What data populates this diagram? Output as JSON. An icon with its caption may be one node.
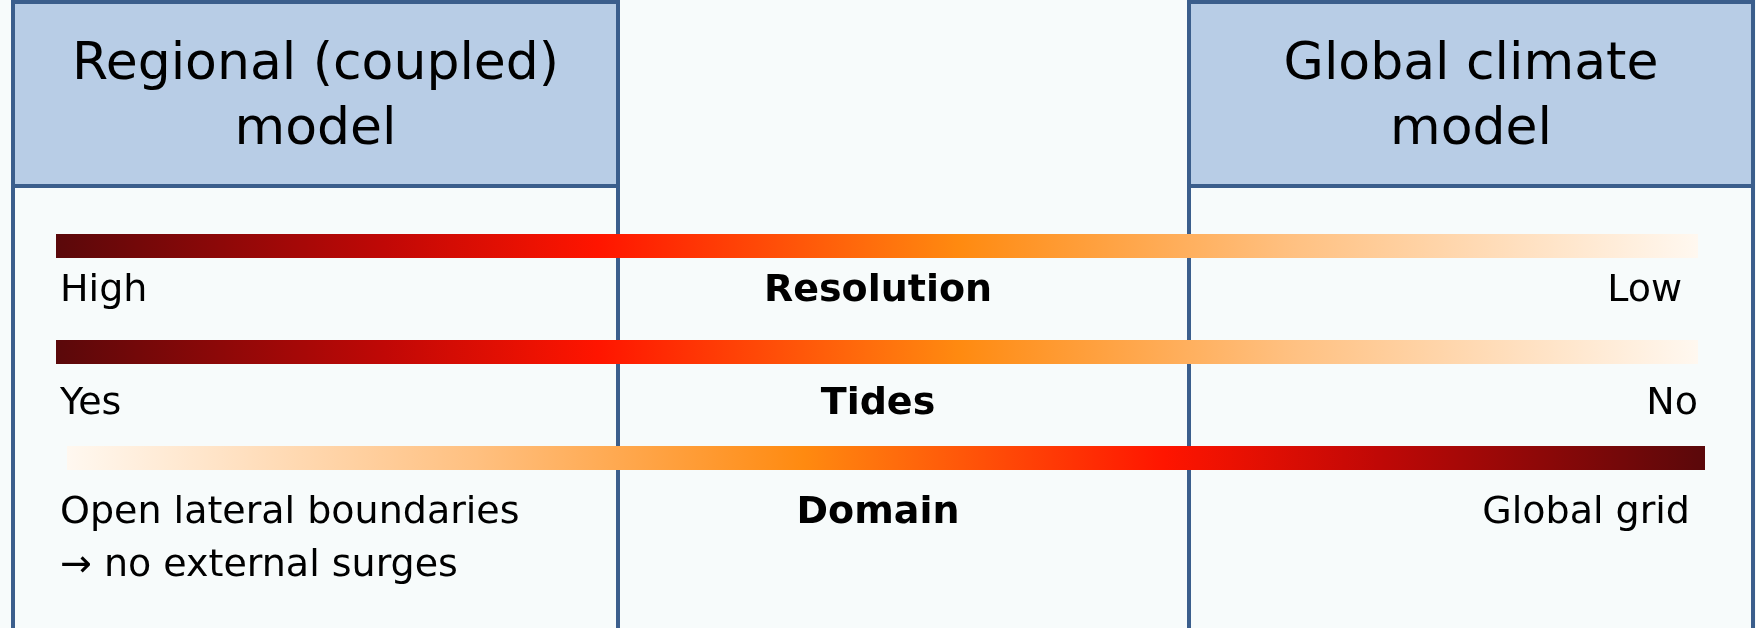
{
  "diagram": {
    "nodes": [
      {
        "text": [
          "Regional (coupled) model"
        ]
      },
      {
        "text": [
          "Global climate model"
        ]
      },
      {
        "text": [],
        "shape": "bar"
      },
      {
        "text": [],
        "shape": "bar"
      },
      {
        "text": [],
        "shape": "bar"
      }
    ],
    "labels": [
      "High",
      "Resolution",
      "Low",
      "Yes",
      "Tides",
      "No",
      "Open lateral boundaries → no external surges",
      "Domain",
      "Global grid"
    ]
  }
}
